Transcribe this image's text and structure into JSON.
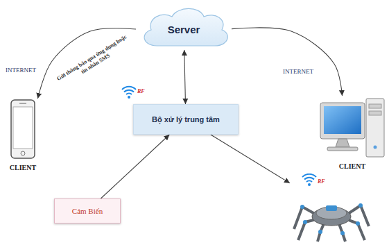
{
  "diagram": {
    "nodes": [
      {
        "text": [
          "Server"
        ]
      },
      {
        "text": [
          "CLIENT"
        ]
      },
      {
        "text": [
          "Bộ xử lý trung tâm"
        ]
      },
      {
        "text": [
          "CLIENT"
        ]
      },
      {
        "text": [
          "Cảm Biến"
        ]
      },
      {
        "text": [
          "RF"
        ]
      }
    ],
    "edges": [
      {
        "from": 0,
        "to": 1,
        "label": "Gửi thông báo qua ứng dụng hoặc tin nhắn SMS",
        "arrow": "to"
      },
      {
        "from": 0,
        "to": 3,
        "label": "INTERNET",
        "arrow": "to"
      },
      {
        "from": 2,
        "to": 0,
        "arrow": "both"
      },
      {
        "from": 4,
        "to": 2,
        "arrow": "to"
      },
      {
        "from": 2,
        "to": 5,
        "arrow": "to"
      }
    ],
    "labels": [
      "INTERNET",
      "RF"
    ]
  }
}
